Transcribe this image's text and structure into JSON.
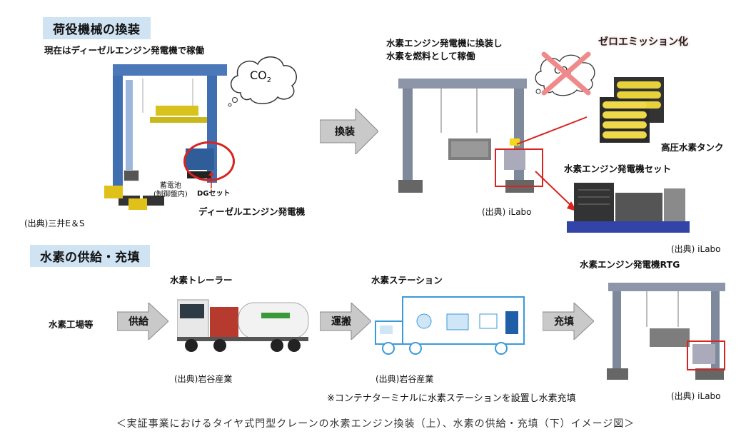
{
  "top": {
    "section_title": "荷役機械の換装",
    "current_note": "現在はディーゼルエンジン発電機で稼働",
    "co2": "CO",
    "co2_sub": "2",
    "battery_line1": "蓄電池",
    "battery_line2": "(制御盤内)",
    "dg_set": "DGセット",
    "diesel_generator": "ディーゼルエンジン発電機",
    "source_mitsui": "(出典)三井E＆S",
    "arrow_replace": "換装",
    "h2_note_line1": "水素エンジン発電機に換装し",
    "h2_note_line2": "水素を燃料として稼働",
    "zero_emission": "ゼロエミッション化",
    "crossed_co2": "CO",
    "crossed_co2_sub": "2",
    "hp_tank": "高圧水素タンク",
    "h2_gen_set": "水素エンジン発電機セット",
    "source_ilabo_1": "(出典) iLabo",
    "source_ilabo_2": "(出典) iLabo"
  },
  "bottom": {
    "section_title": "水素の供給・充填",
    "h2_factory": "水素工場等",
    "arrow_supply": "供給",
    "trailer_label": "水素トレーラー",
    "source_iwatani_1": "(出典)岩谷産業",
    "arrow_transport": "運搬",
    "station_label": "水素ステーション",
    "source_iwatani_2": "(出典)岩谷産業",
    "arrow_fill": "充填",
    "rtg_label": "水素エンジン発電機RTG",
    "source_ilabo_3": "(出典) iLabo",
    "station_note": "※コンテナターミナルに水素ステーションを設置し水素充填"
  },
  "caption": "＜実証事業におけるタイヤ式門型クレーンの水素エンジン換装（上）、水素の供給・充填（下）イメージ図＞",
  "colors": {
    "section_bg": "#cfe3f3",
    "crane_blue": "#3f6fb0",
    "red": "#d9231f",
    "arrow_gray": "#c9c9c9"
  }
}
